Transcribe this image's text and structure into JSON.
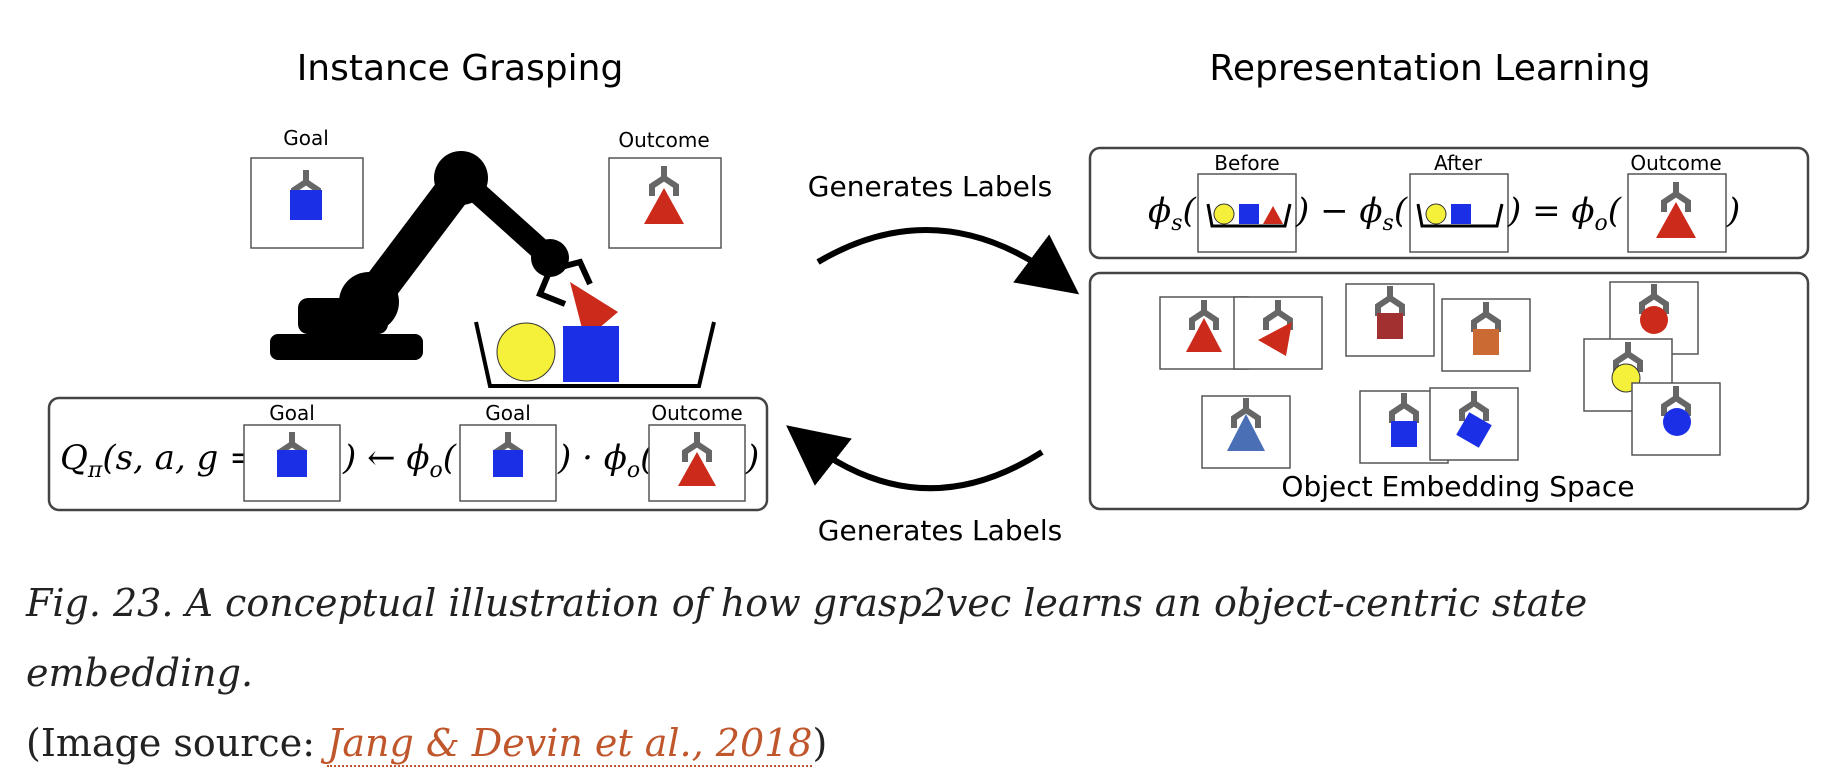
{
  "diagram": {
    "left_title": "Instance Grasping",
    "right_title": "Representation Learning",
    "goal_label": "Goal",
    "outcome_label": "Outcome",
    "before_label": "Before",
    "after_label": "After",
    "generates_labels_top": "Generates Labels",
    "generates_labels_bottom": "Generates Labels",
    "embedding_label": "Object Embedding Space",
    "q_lhs": "Q",
    "q_sub": "π",
    "q_args": "(s, a, g =",
    "arrow_left": ") ← ϕ",
    "dot_op": ") · ϕ",
    "close_paren": ")",
    "phi": "ϕ",
    "sub_s": "s",
    "sub_o": "o",
    "minus_phi": ") − ϕ",
    "equals_phi": ") = ϕ",
    "open_paren": "(",
    "colors": {
      "blue": "#1a2fe6",
      "red": "#cc2a1a",
      "yellow": "#f5f03a",
      "dark_red": "#a33030",
      "orange": "#cc6a33",
      "steel_blue": "#4a6fb5",
      "gripper": "#666666"
    }
  },
  "caption": {
    "text": "Fig. 23. A conceptual illustration of how grasp2vec learns an object-centric state embedding.",
    "source_prefix": "(Image source: ",
    "source_link": "Jang & Devin et al., 2018",
    "source_suffix": ")"
  }
}
